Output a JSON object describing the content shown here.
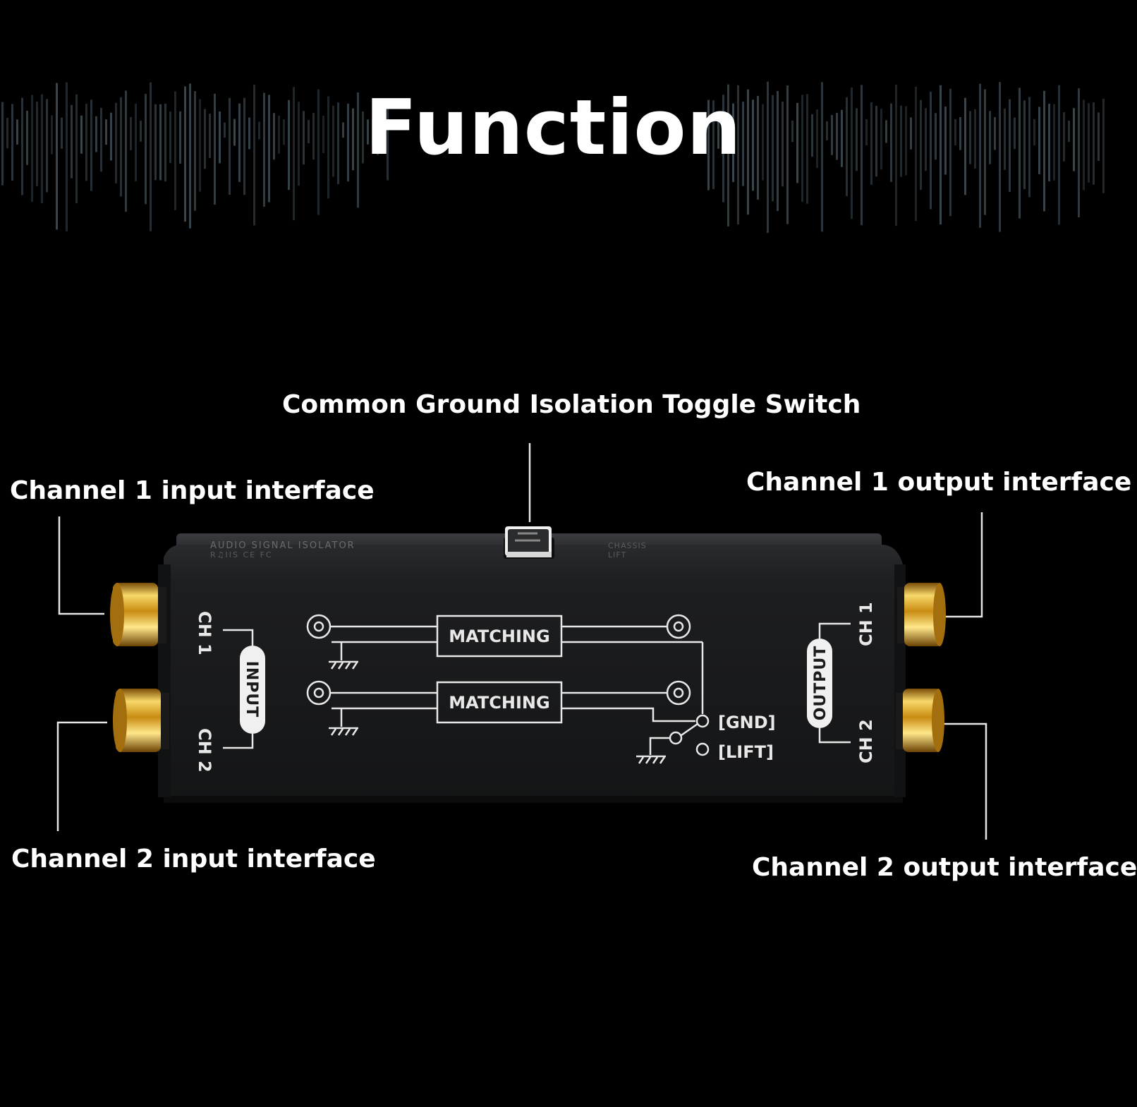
{
  "title": "Function",
  "callouts": {
    "toggle_switch": "Common Ground Isolation Toggle Switch",
    "ch1_input": "Channel 1 input interface",
    "ch2_input": "Channel 2 input interface",
    "ch1_output": "Channel 1 output interface",
    "ch2_output": "Channel 2 output interface"
  },
  "device": {
    "top_label": "AUDIO SIGNAL ISOLATOR",
    "marks": "R♫IIS CE FC",
    "switch_labels": [
      "CHASSIS",
      "LIFT"
    ],
    "input_label": "INPUT",
    "output_label": "OUTPUT",
    "ch1": "CH 1",
    "ch2": "CH 2",
    "matching_top": "MATCHING",
    "matching_bottom": "MATCHING",
    "gnd": "[GND]",
    "lift": "[LIFT]"
  },
  "colors": {
    "background": "#000000",
    "device_body": "#1e1f21",
    "connector_gold": "#d9a520",
    "print": "#e8e8e8"
  }
}
